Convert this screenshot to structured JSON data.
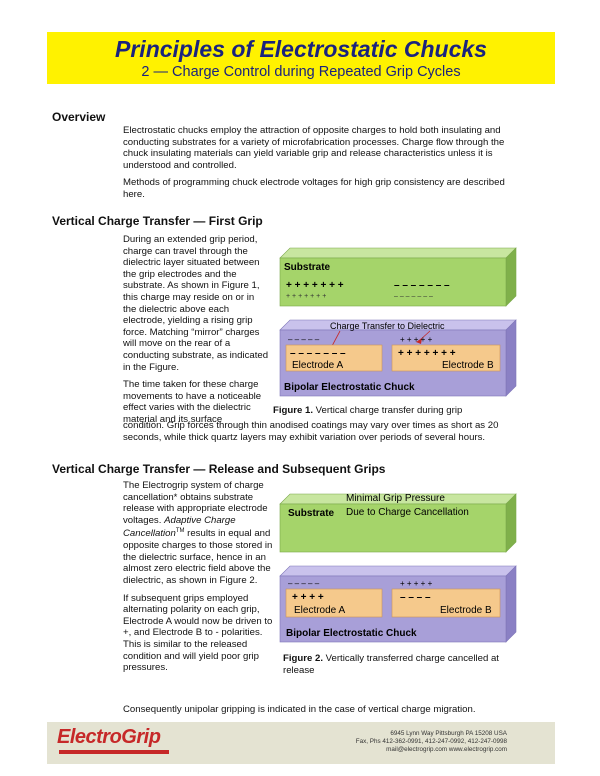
{
  "header": {
    "title": "Principles of Electrostatic Chucks",
    "subtitle": "2 — Charge Control during Repeated Grip Cycles"
  },
  "overview": {
    "heading": "Overview",
    "para1": "Electrostatic chucks employ the attraction of opposite charges to hold both insulating and conducting substrates for a variety of microfabrication processes. Charge flow through the chuck insulating materials can yield variable grip and release characteristics unless it is understood and controlled.",
    "para2": "Methods of programming chuck electrode voltages for high grip consistency are described here."
  },
  "section1": {
    "heading": "Vertical Charge Transfer — First Grip",
    "para1": "During an extended grip period, charge can travel through the dielectric layer situated between the grip electrodes and the substrate. As shown in Figure 1, this charge may reside on or in the dielectric above each electrode, yielding a rising grip force. Matching “mirror” charges will move on the rear of a conducting substrate, as indicated in the Figure.",
    "para2": "The time taken for these charge movements to have a noticeable effect varies with the dielectric material and its surface",
    "para2_cont": "condition. Grip forces through thin anodised coatings may vary over times as short as 20 seconds, while thick quartz layers may exhibit variation over periods of several hours.",
    "figure": {
      "substrate": "Substrate",
      "annotation": "Charge Transfer to Dielectric",
      "electrode_a": "Electrode A",
      "electrode_b": "Electrode B",
      "chuck": "Bipolar Electrostatic Chuck",
      "caption_label": "Figure 1.",
      "caption_text": "Vertical charge transfer during grip",
      "sub_plus": "+ + + + + + +",
      "sub_minus": "– – – – – – –",
      "sub_plus_small": "+ + + + + + +",
      "sub_minus_small": "– – – – – – –",
      "diel_minus": "– – – – –",
      "diel_plus": "+ + + + +",
      "elA_charges": "– – – – – – –",
      "elB_charges": "+ + + + + + +"
    }
  },
  "section2": {
    "heading": "Vertical Charge Transfer — Release and Subsequent Grips",
    "para1_a": "The Electrogrip system of charge cancellation* obtains substrate release with appropriate electrode voltages. ",
    "para1_em": "Adaptive Charge Cancellation",
    "para1_tm": "TM",
    "para1_b": " results in equal and opposite charges to those stored in the dielectric surface, hence in an almost zero electric field above the dielectric, as shown in Figure 2.",
    "para2": "If subsequent grips employed alternating polarity on each grip, Electrode A would now be driven to +, and Electrode B to - polarities. This is similar to the released condition and will yield poor grip pressures.",
    "figure": {
      "substrate": "Substrate",
      "annotation_line1": "Minimal Grip Pressure",
      "annotation_line2": "Due to Charge Cancellation",
      "electrode_a": "Electrode A",
      "electrode_b": "Electrode B",
      "chuck": "Bipolar Electrostatic Chuck",
      "caption_label": "Figure 2.",
      "caption_text": "Vertically transferred charge cancelled at release",
      "diel_minus": "– – – – –",
      "diel_plus": "+ + + + +",
      "elA_charges": "+ + + +",
      "elB_charges": "– – – –"
    }
  },
  "conclusion": "Consequently unipolar gripping is indicated in the case of vertical charge migration.",
  "footer": {
    "logo": "ElectroGrip",
    "address1": "6945 Lynn Way  Pittsburgh  PA  15208  USA",
    "address2": "Fax, Phs 412-362-0991, 412-247-0992, 412-247-0998",
    "address3": "mail@electrogrip.com          www.electrogrip.com"
  },
  "colors": {
    "banner": "#fff200",
    "title": "#1a237e",
    "substrate": "#a5d46a",
    "chuck": "#a89fd8",
    "electrode": "#f5c98c",
    "logo": "#c62828"
  }
}
